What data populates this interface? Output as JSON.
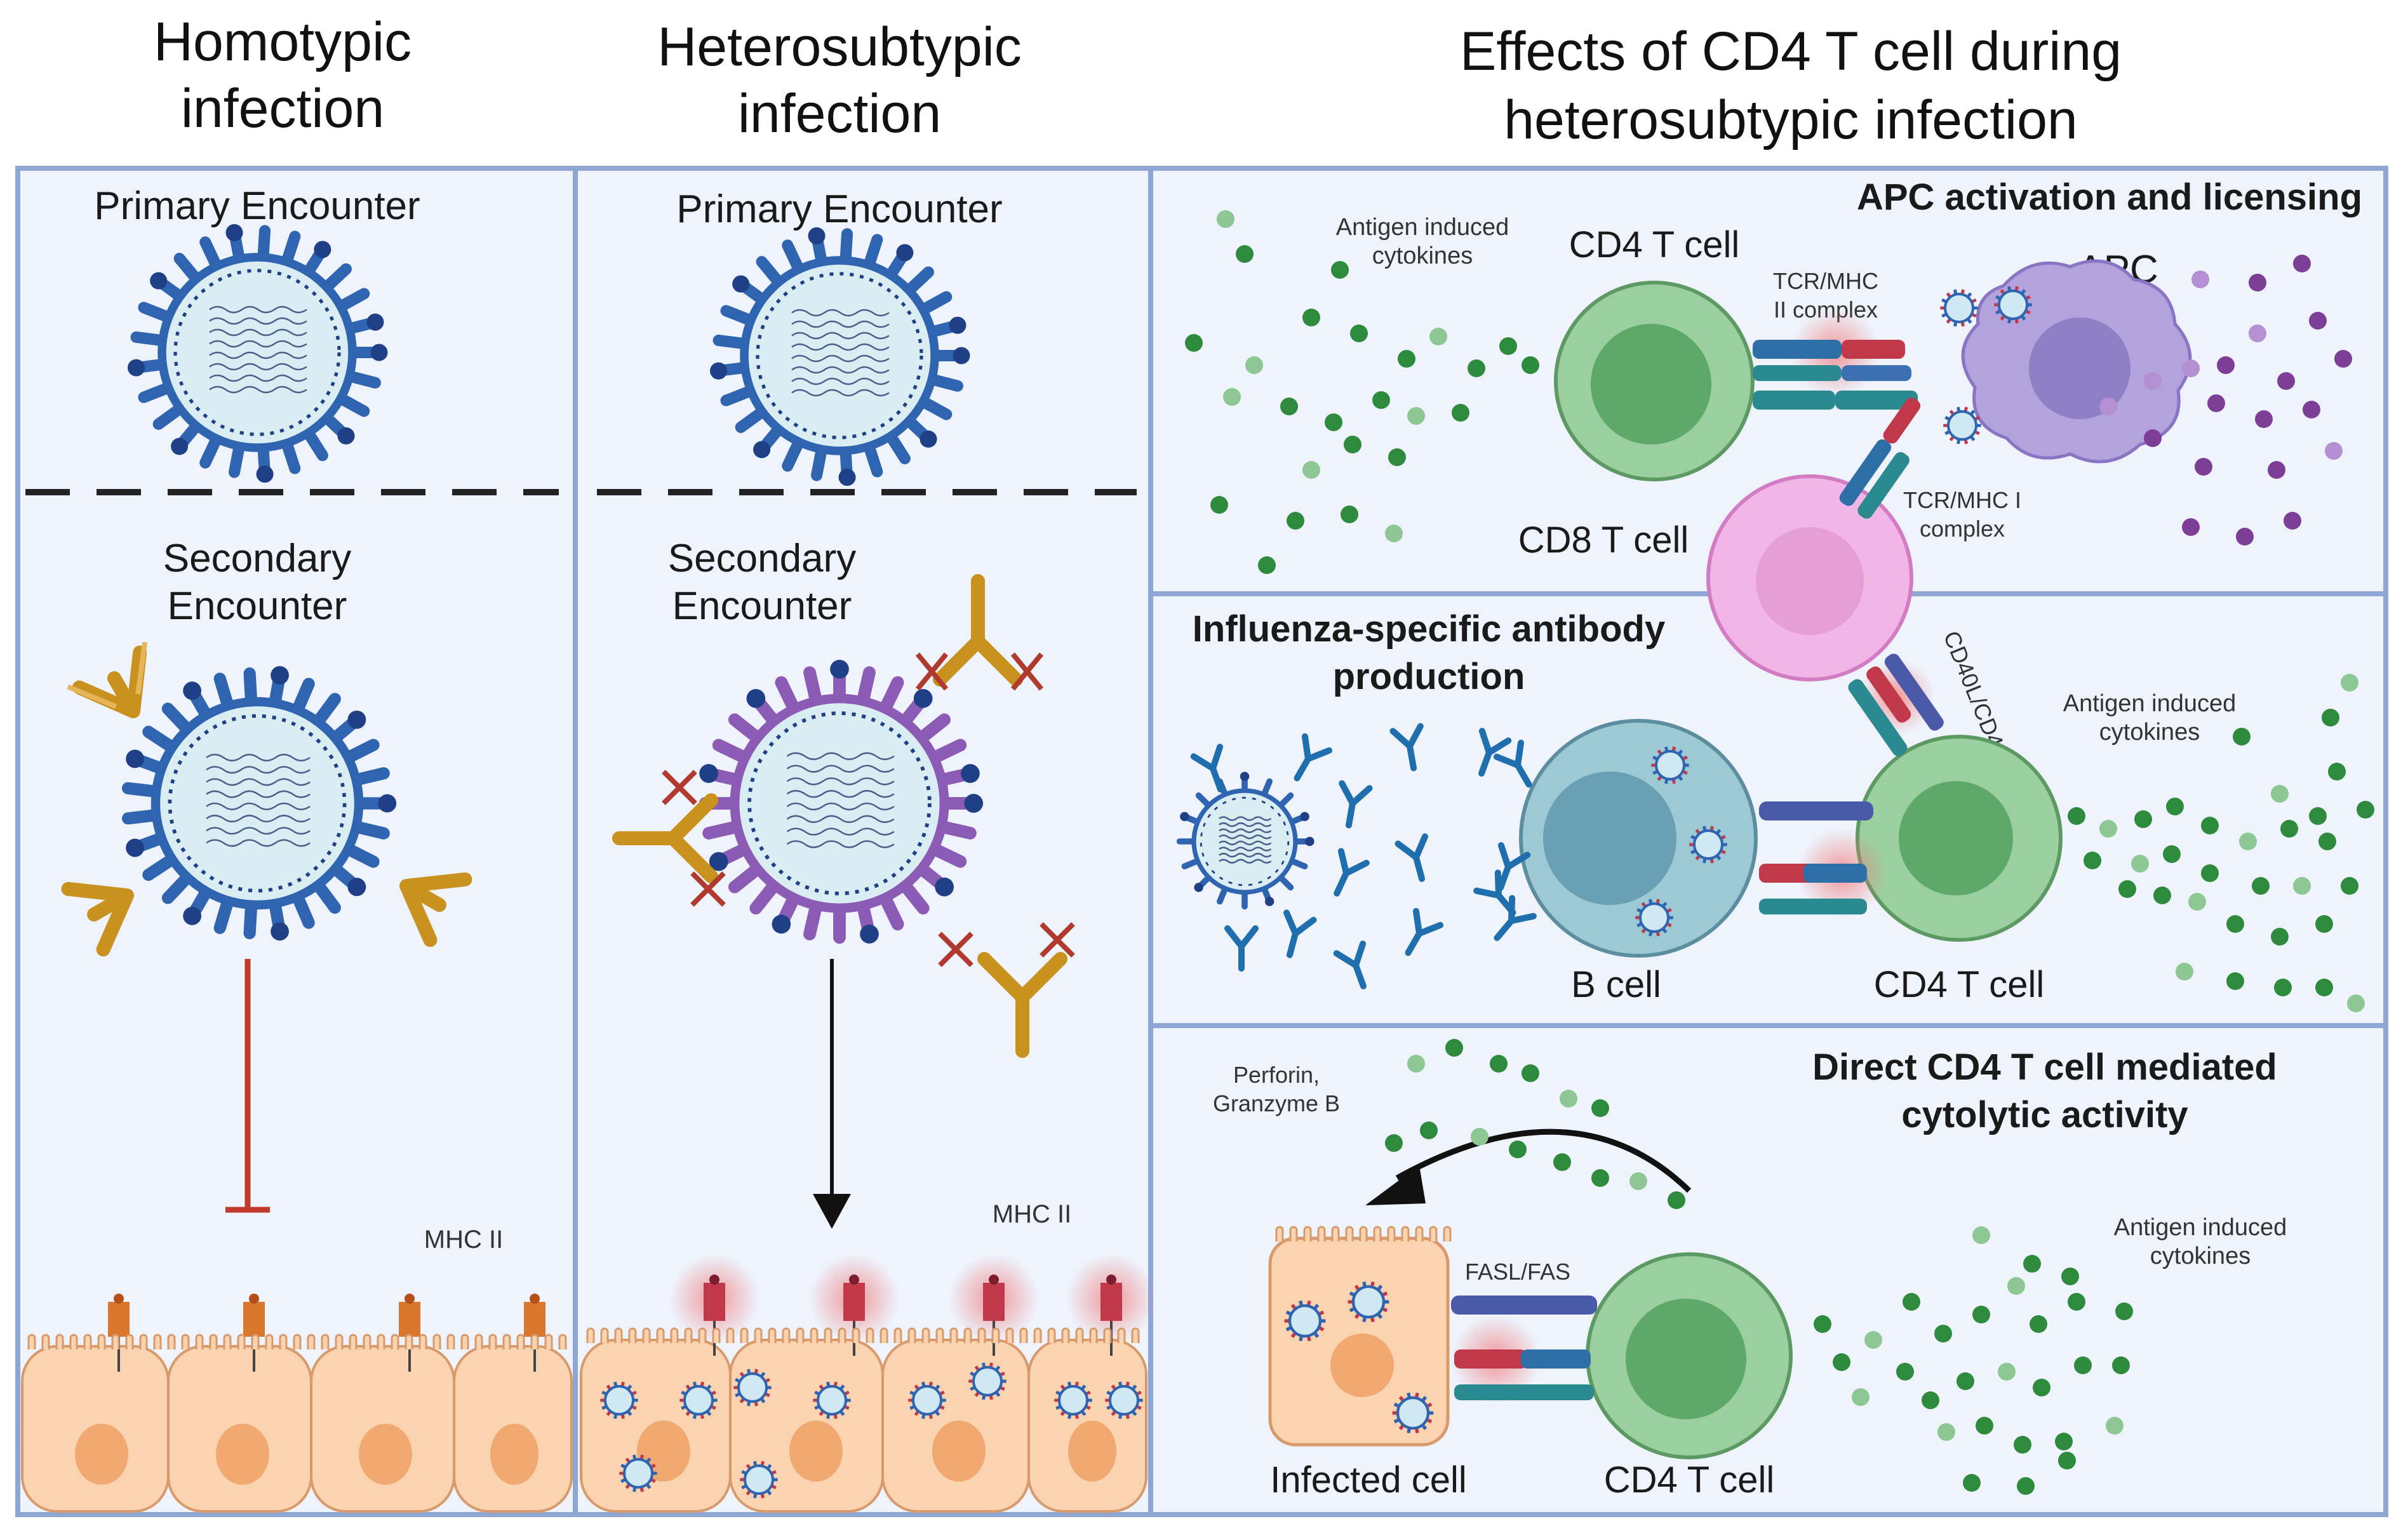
{
  "headers": {
    "homotypic": [
      "Homotypic",
      "infection"
    ],
    "heterosubtypic": [
      "Heterosubtypic",
      "infection"
    ],
    "effects": [
      "Effects of CD4 T cell during",
      "heterosubtypic infection"
    ]
  },
  "homotypic_panel": {
    "primary": "Primary Encounter",
    "secondary": [
      "Secondary",
      "Encounter"
    ],
    "mhc": "MHC II"
  },
  "heterosubtypic_panel": {
    "primary": "Primary Encounter",
    "secondary": [
      "Secondary",
      "Encounter"
    ],
    "mhc": "MHC II"
  },
  "apc_panel": {
    "title": "APC activation and licensing",
    "cytokines": [
      "Antigen induced",
      "cytokines"
    ],
    "cd4": "CD4 T cell",
    "tcr_mhc2": [
      "TCR/MHC",
      "II complex"
    ],
    "apc": "APC",
    "cd8": "CD8 T cell",
    "tcr_mhc1": [
      "TCR/MHC I",
      "complex"
    ]
  },
  "antibody_panel": {
    "title": [
      "Influenza-specific antibody",
      "production"
    ],
    "cd40": "CD40L/CD40",
    "cytokines": [
      "Antigen induced",
      "cytokines"
    ],
    "bcell": "B cell",
    "cd4": "CD4 T cell"
  },
  "cytolytic_panel": {
    "title": [
      "Direct CD4 T cell mediated",
      "cytolytic activity"
    ],
    "perforin": [
      "Perforin,",
      "Granzyme B"
    ],
    "fasl": "FASL/FAS",
    "cytokines": [
      "Antigen induced",
      "cytokines"
    ],
    "infected": "Infected cell",
    "cd4": "CD4 T cell"
  },
  "colors": {
    "frame": "#8fa6d4",
    "panel_bg": "#eef3fc",
    "virus_blue": "#2f64b0",
    "virus_purple": "#8c5bb5",
    "antibody_gold": "#c9921f",
    "inhibition_red": "#c0392b",
    "epithelial": "#fad3b1",
    "cd4_green": "#9ccf9f",
    "cd8_pink": "#f1b5e6",
    "apc_purple": "#b3a2dc",
    "bcell_blue": "#9cc9d4",
    "cytokine_green": "#2e8b3e",
    "cytokine_purple": "#7d3e96"
  },
  "icons": [
    "virus-icon",
    "antibody-icon",
    "mhc-receptor-icon",
    "inhibition-icon",
    "arrow-icon",
    "cross-icon"
  ]
}
